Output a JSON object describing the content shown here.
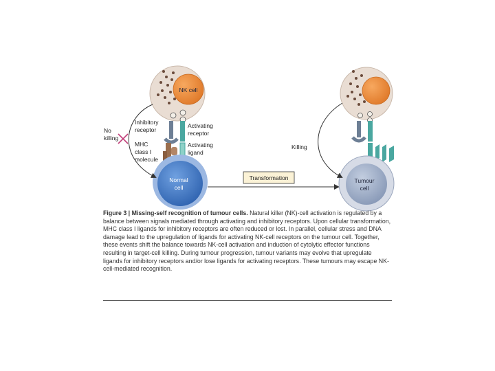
{
  "labels": {
    "nk_cell": "NK cell",
    "inhibitory_receptor": [
      "Inhibitory",
      "receptor"
    ],
    "activating_receptor": [
      "Activating",
      "receptor"
    ],
    "no_killing": [
      "No",
      "killing"
    ],
    "mhc_molecule": [
      "MHC",
      "class I",
      "molecule"
    ],
    "activating_ligand": [
      "Activating",
      "ligand"
    ],
    "normal_cell": [
      "Normal",
      "cell"
    ],
    "transformation": "Transformation",
    "killing": "Killing",
    "tumour_cell": [
      "Tumour",
      "cell"
    ]
  },
  "caption": {
    "title": "Figure 3 | Missing-self recognition of tumour cells.",
    "text": "Natural killer (NK)-cell activation is regulated by a balance between signals mediated through activating and inhibitory receptors. Upon cellular transformation, MHC class I ligands for inhibitory receptors are often reduced or lost. In parallel, cellular stress and DNA damage lead to the upregulation of ligands for activating NK-cell receptors on the tumour cell. Together, these events shift the balance towards NK-cell activation and induction of cytolytic effector functions resulting in target-cell killing. During tumour progression, tumour variants may evolve that upregulate ligands for inhibitory receptors and/or lose ligands for activating receptors. These tumours may escape NK-cell-mediated recognition."
  },
  "colors": {
    "nk_cell_outer": "#e9ddd3",
    "nk_nucleus": "#f08a3a",
    "normal_cell": "#3f79c8",
    "tumour_cell_outer": "#d6dbe6",
    "tumour_nucleus": "#a7b6cf",
    "receptor_teal": "#4aa7a0",
    "inhibitory_receptor": "#6d7f95",
    "mhc_brown": "#9a6e4e",
    "no_killing_x": "#c2407a",
    "arrow": "#333333"
  }
}
